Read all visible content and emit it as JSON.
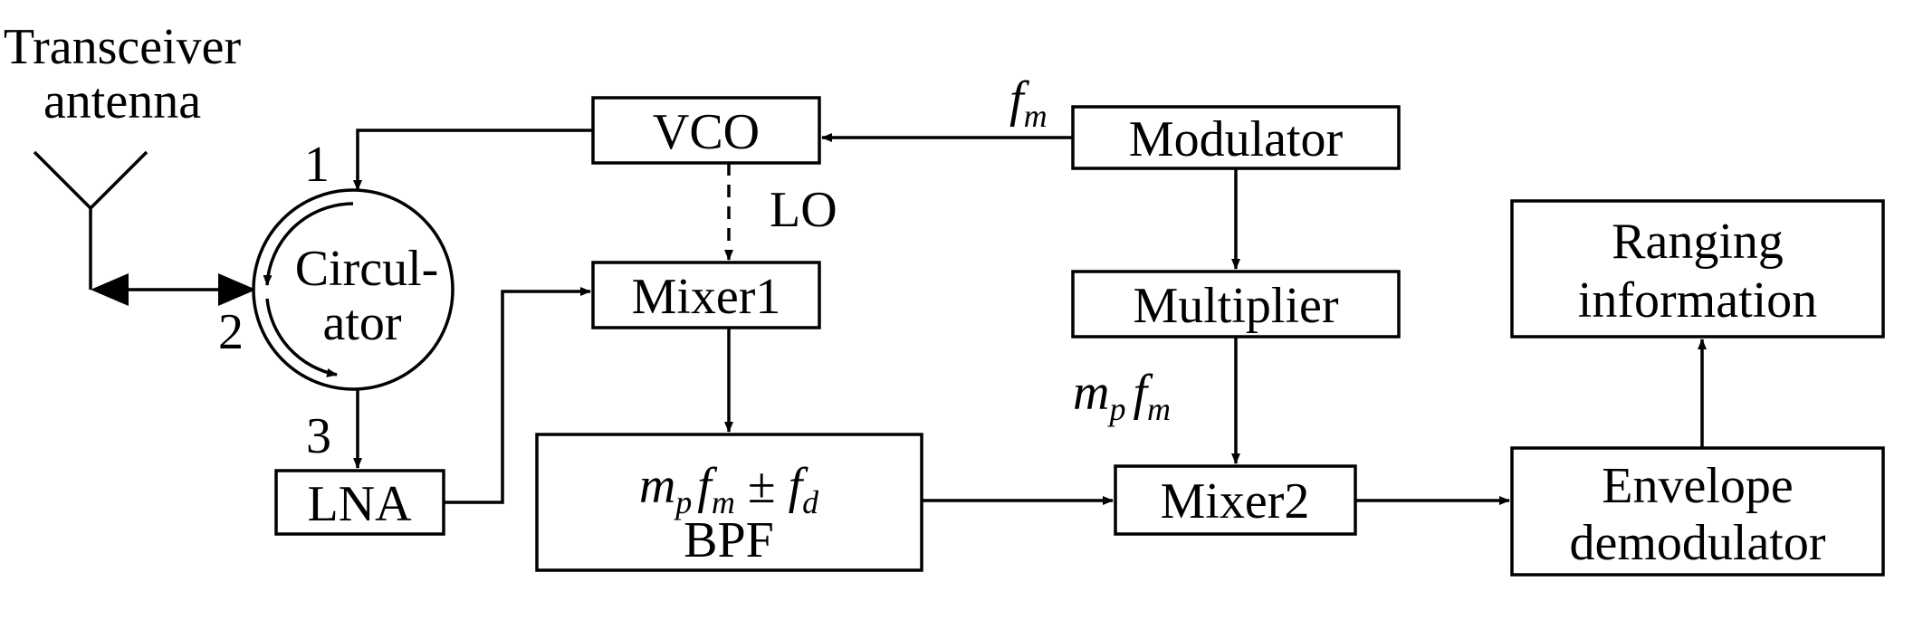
{
  "diagram": {
    "antenna": {
      "label_line1": "Transceiver",
      "label_line2": "antenna",
      "icon": "antenna-icon"
    },
    "circulator": {
      "label_line1": "Circul-",
      "label_line2": "ator",
      "ports": {
        "port1": "1",
        "port2": "2",
        "port3": "3"
      }
    },
    "blocks": {
      "vco": "VCO",
      "modulator": "Modulator",
      "mixer1": "Mixer1",
      "multiplier": "Multiplier",
      "lna": "LNA",
      "bpf": {
        "formula_m": "m",
        "formula_p": "p",
        "formula_f1": "f",
        "formula_m_sub": "m",
        "formula_pm": " ± ",
        "formula_f2": "f",
        "formula_d": "d",
        "label": "BPF"
      },
      "mixer2": "Mixer2",
      "envelope": {
        "line1": "Envelope",
        "line2": "demodulator"
      },
      "ranging": {
        "line1": "Ranging",
        "line2": "information"
      }
    },
    "signals": {
      "fm": {
        "f": "f",
        "sub": "m"
      },
      "lo": "LO",
      "mpfm": {
        "m": "m",
        "p": "p",
        "f": "f",
        "sub": "m"
      }
    },
    "colors": {
      "stroke": "#000000",
      "background": "#ffffff"
    }
  }
}
